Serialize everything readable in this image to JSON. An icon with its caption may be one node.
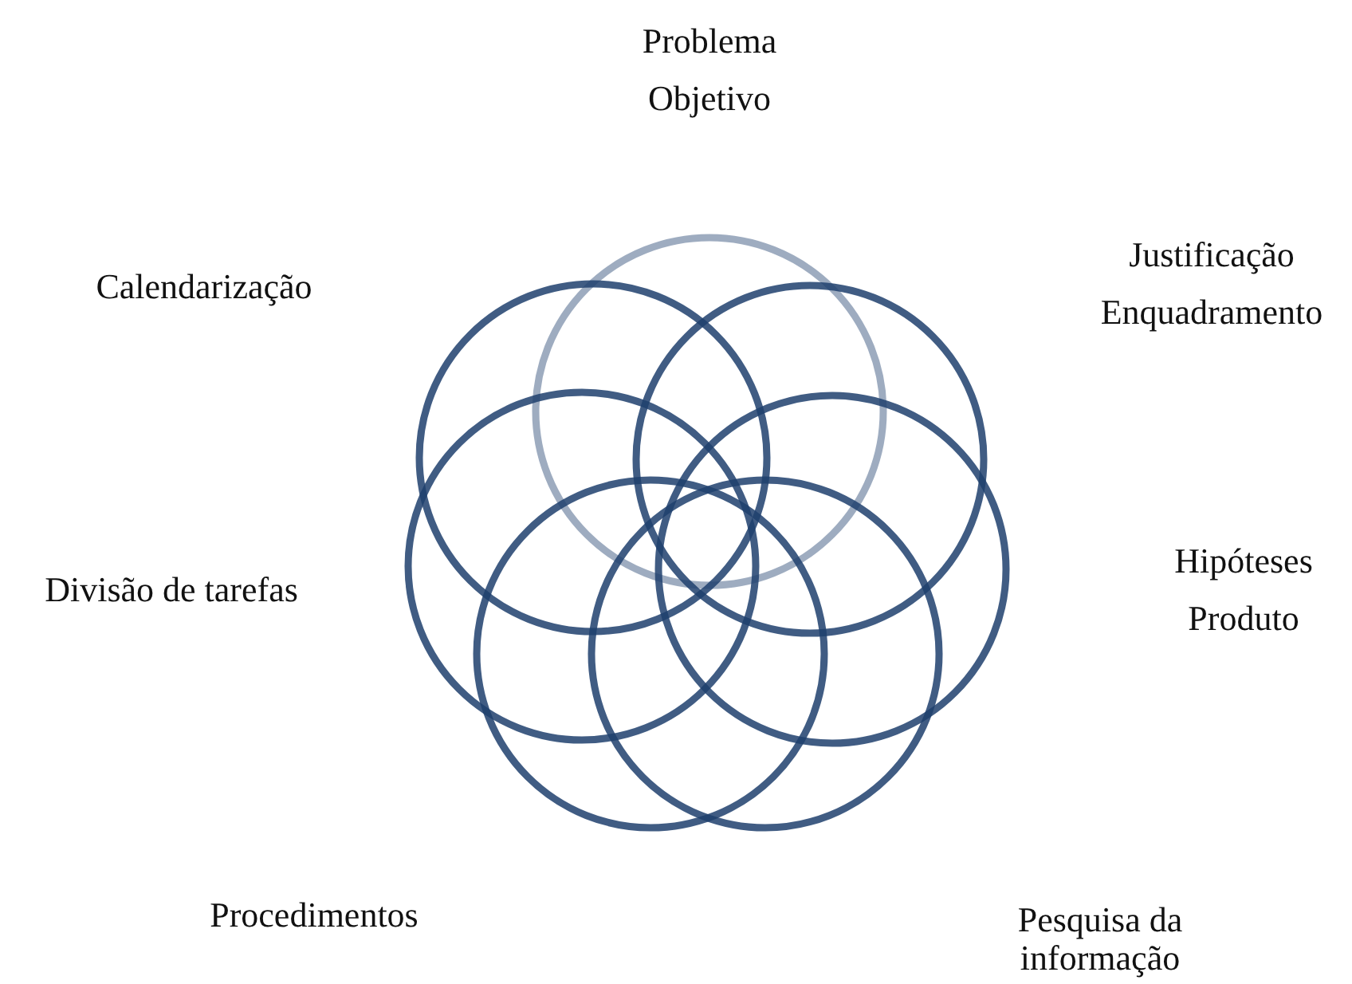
{
  "diagram": {
    "nodes": [
      {
        "text": [],
        "shape": "circle",
        "beside": [
          "Problema",
          "Objetivo"
        ]
      },
      {
        "text": [],
        "shape": "circle",
        "beside": [
          "Justificação",
          "Enquadramento"
        ]
      },
      {
        "text": [],
        "shape": "circle",
        "beside": [
          "Hipóteses",
          "Produto"
        ]
      },
      {
        "text": [],
        "shape": "circle",
        "beside": [
          "Pesquisa da informação"
        ]
      },
      {
        "text": [],
        "shape": "circle",
        "beside": [
          "Procedimentos"
        ]
      },
      {
        "text": [],
        "shape": "circle",
        "beside": [
          "Divisão de tarefas"
        ]
      },
      {
        "text": [],
        "shape": "circle",
        "beside": [
          "Calendarização"
        ]
      }
    ]
  }
}
